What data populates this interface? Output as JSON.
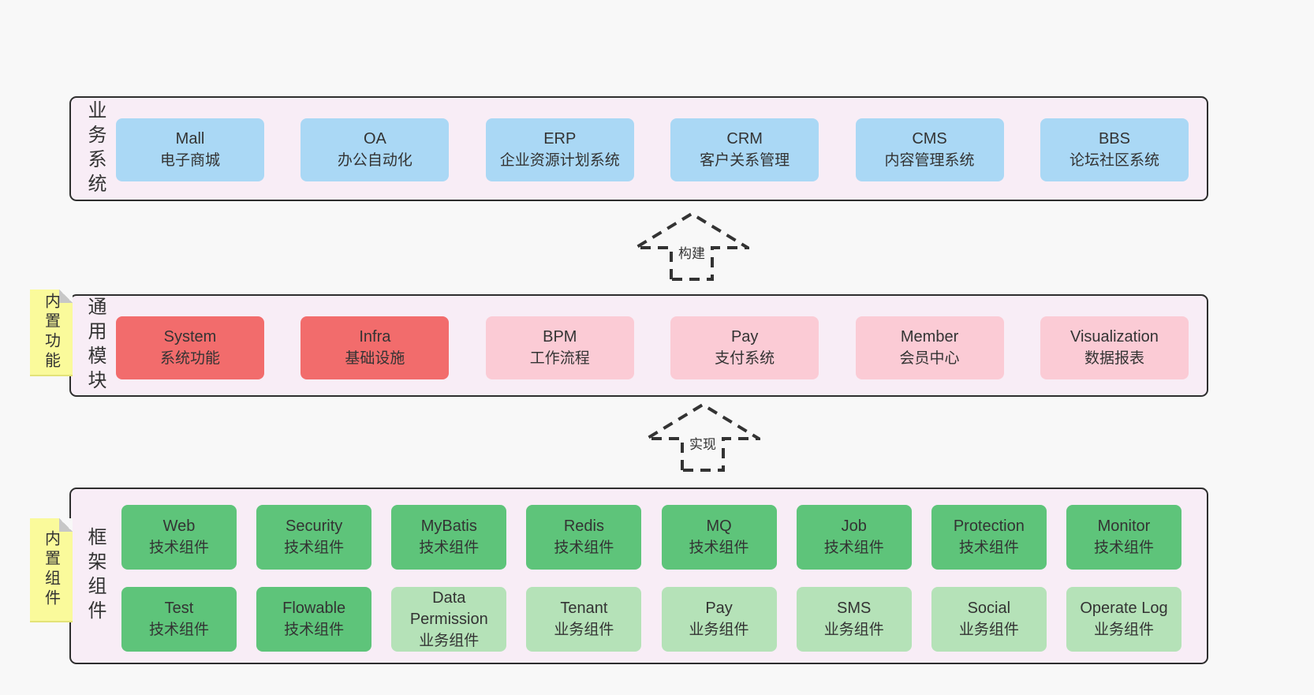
{
  "arrows": {
    "build": "构建",
    "implement": "实现"
  },
  "bands": {
    "business": {
      "label": "业务系统",
      "boxes": [
        {
          "en": "Mall",
          "zh": "电子商城"
        },
        {
          "en": "OA",
          "zh": "办公自动化"
        },
        {
          "en": "ERP",
          "zh": "企业资源计划系统"
        },
        {
          "en": "CRM",
          "zh": "客户关系管理"
        },
        {
          "en": "CMS",
          "zh": "内容管理系统"
        },
        {
          "en": "BBS",
          "zh": "论坛社区系统"
        }
      ]
    },
    "modules": {
      "label": "通用模块",
      "sticky": "内置功能",
      "boxes": [
        {
          "en": "System",
          "zh": "系统功能"
        },
        {
          "en": "Infra",
          "zh": "基础设施"
        },
        {
          "en": "BPM",
          "zh": "工作流程"
        },
        {
          "en": "Pay",
          "zh": "支付系统"
        },
        {
          "en": "Member",
          "zh": "会员中心"
        },
        {
          "en": "Visualization",
          "zh": "数据报表"
        }
      ]
    },
    "components": {
      "label": "框架组件",
      "sticky": "内置组件",
      "row1": [
        {
          "en": "Web",
          "zh": "技术组件"
        },
        {
          "en": "Security",
          "zh": "技术组件"
        },
        {
          "en": "MyBatis",
          "zh": "技术组件"
        },
        {
          "en": "Redis",
          "zh": "技术组件"
        },
        {
          "en": "MQ",
          "zh": "技术组件"
        },
        {
          "en": "Job",
          "zh": "技术组件"
        },
        {
          "en": "Protection",
          "zh": "技术组件"
        },
        {
          "en": "Monitor",
          "zh": "技术组件"
        }
      ],
      "row2": [
        {
          "en": "Test",
          "zh": "技术组件"
        },
        {
          "en": "Flowable",
          "zh": "技术组件"
        },
        {
          "en": "Data Permission",
          "zh": "业务组件"
        },
        {
          "en": "Tenant",
          "zh": "业务组件"
        },
        {
          "en": "Pay",
          "zh": "业务组件"
        },
        {
          "en": "SMS",
          "zh": "业务组件"
        },
        {
          "en": "Social",
          "zh": "业务组件"
        },
        {
          "en": "Operate Log",
          "zh": "业务组件"
        }
      ]
    }
  },
  "colors": {
    "page_bg": "#f8f8f8",
    "band_bg": "#f8edf6",
    "band_border": "#2e2e2e",
    "blue_box": "#aad8f5",
    "red_box": "#f26c6c",
    "pink_box": "#fbcbd5",
    "green_dark_box": "#5ec47a",
    "green_light_box": "#b5e2b8",
    "sticky_bg": "#fafa9b",
    "text": "#333333"
  }
}
